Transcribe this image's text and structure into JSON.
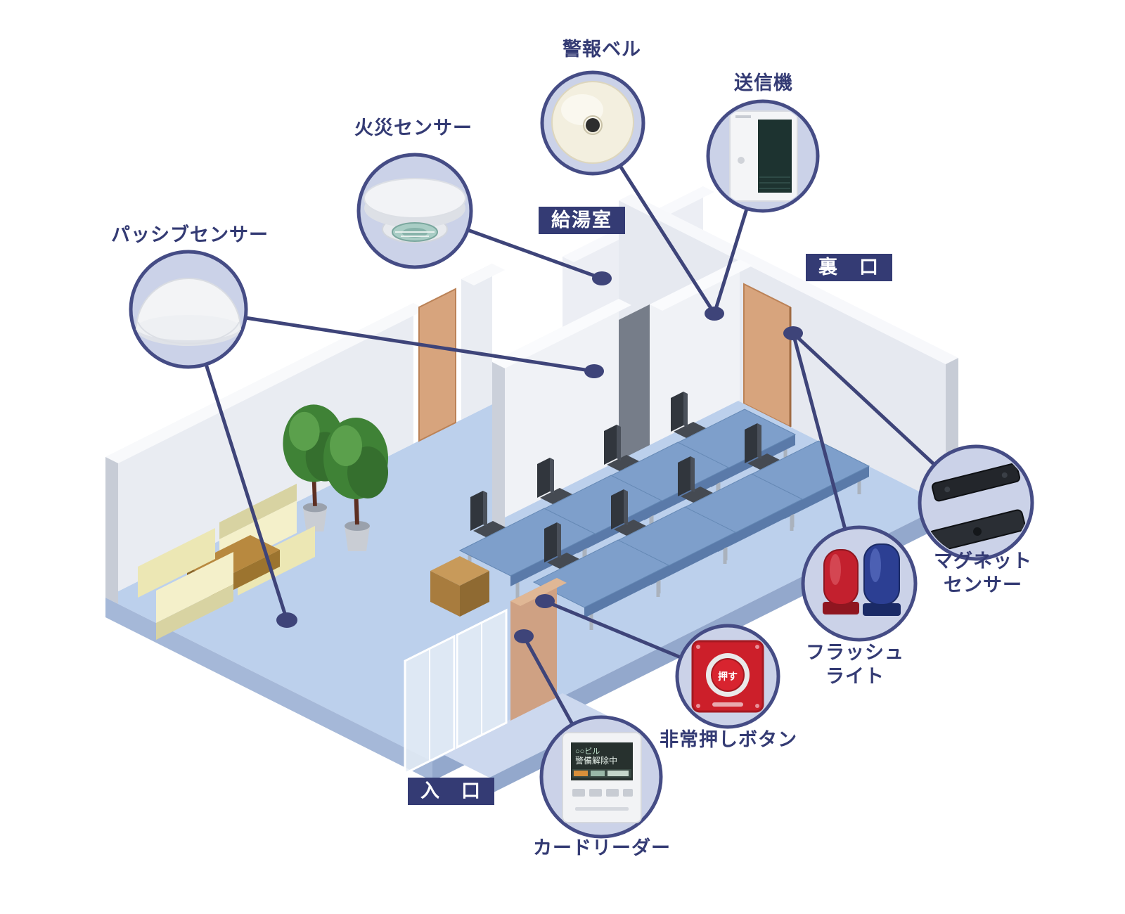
{
  "diagram": {
    "title_hint": "security-system-floor-diagram",
    "rooms": {
      "kitchen": "給湯室",
      "back_entrance": "裏　口",
      "front_entrance": "入　口"
    },
    "callouts": {
      "passive_sensor": {
        "label": "パッシブセンサー"
      },
      "fire_sensor": {
        "label": "火災センサー"
      },
      "alarm_bell": {
        "label": "警報ベル"
      },
      "transmitter": {
        "label": "送信機"
      },
      "magnet_sensor": {
        "line1": "マグネット",
        "line2": "センサー"
      },
      "flash_light": {
        "line1": "フラッシュ",
        "line2": "ライト"
      },
      "emergency_button": {
        "label": "非常押しボタン",
        "button_text": "押す"
      },
      "card_reader": {
        "label": "カードリーダー",
        "screen_line1": "○○ビル",
        "screen_line2": "警備解除中"
      }
    },
    "colors": {
      "accent_navy": "#343b74",
      "line_navy": "#3e4479",
      "circle_fill": "#cbd2e8",
      "floor_blue": "#bcd0ec",
      "wall_gray": "#e9ecf2",
      "door_tan": "#d7a47d",
      "alert_red": "#cc1f2a",
      "flash_blue": "#2c3f93"
    }
  }
}
